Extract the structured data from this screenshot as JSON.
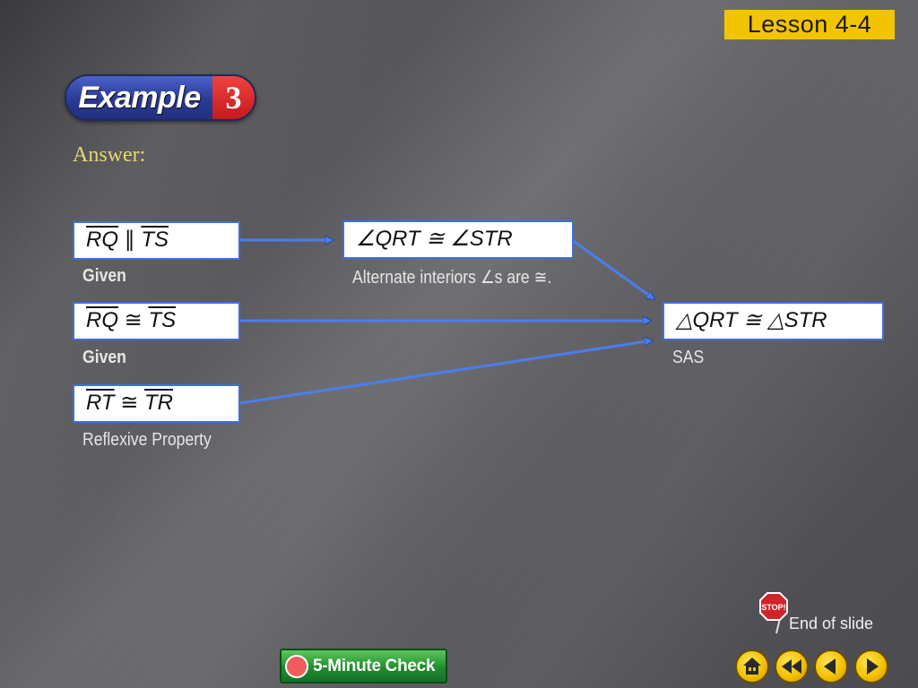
{
  "header": {
    "lesson": "Lesson 4-4"
  },
  "example": {
    "word": "Example",
    "number": "3"
  },
  "answer_label": "Answer:",
  "statements": {
    "s1": {
      "a": "RQ",
      "op": " ∥ ",
      "b": "TS"
    },
    "s2": {
      "text": "∠QRT ≅ ∠STR"
    },
    "s3": {
      "a": "RQ",
      "op": " ≅ ",
      "b": "TS"
    },
    "s4": {
      "text": "△QRT ≅ △STR"
    },
    "s5": {
      "a": "RT",
      "op": " ≅ ",
      "b": "TR"
    }
  },
  "reasons": {
    "r1": "Given",
    "r2": "Alternate interiors ∠s are ≅.",
    "r3": "Given",
    "r4": "SAS",
    "r5": "Reflexive Property"
  },
  "footer": {
    "stop_sign": "STOP!",
    "end_of_slide": "End of slide",
    "five_minute_check": "5-Minute Check"
  },
  "icons": [
    "stop-sign-icon",
    "clock-icon",
    "home-icon",
    "rewind-icon",
    "back-icon",
    "forward-icon"
  ],
  "colors": {
    "box_border": "#3d6fe0",
    "arrow": "#4a7ef0",
    "lesson_badge": "#f2c400",
    "answer_text": "#e8d770",
    "nav_button": "#f3c200",
    "check_button": "#218d2e"
  }
}
